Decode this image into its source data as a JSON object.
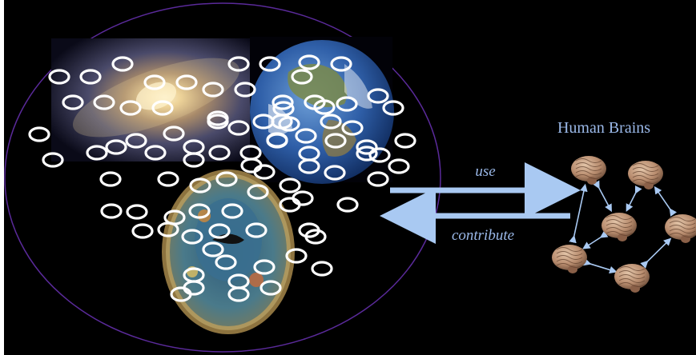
{
  "labels": {
    "human_brains": "Human Brains",
    "use": "use",
    "contribute": "contribute"
  },
  "colors": {
    "background": "#000000",
    "outline": "#5a2a9a",
    "arrow": "#a9c9f2",
    "label": "#9ab8e8",
    "ring": "#ffffff"
  },
  "images": [
    "galaxy-image",
    "earth-image",
    "ocean-life-image"
  ],
  "brain_network": {
    "nodes": [
      "brain-a",
      "brain-b",
      "brain-c",
      "brain-d",
      "brain-e",
      "brain-f"
    ],
    "links": [
      [
        "brain-a",
        "brain-c"
      ],
      [
        "brain-b",
        "brain-c"
      ],
      [
        "brain-c",
        "brain-e"
      ],
      [
        "brain-d",
        "brain-b"
      ],
      [
        "brain-e",
        "brain-a"
      ],
      [
        "brain-e",
        "brain-f"
      ],
      [
        "brain-f",
        "brain-d"
      ]
    ]
  }
}
